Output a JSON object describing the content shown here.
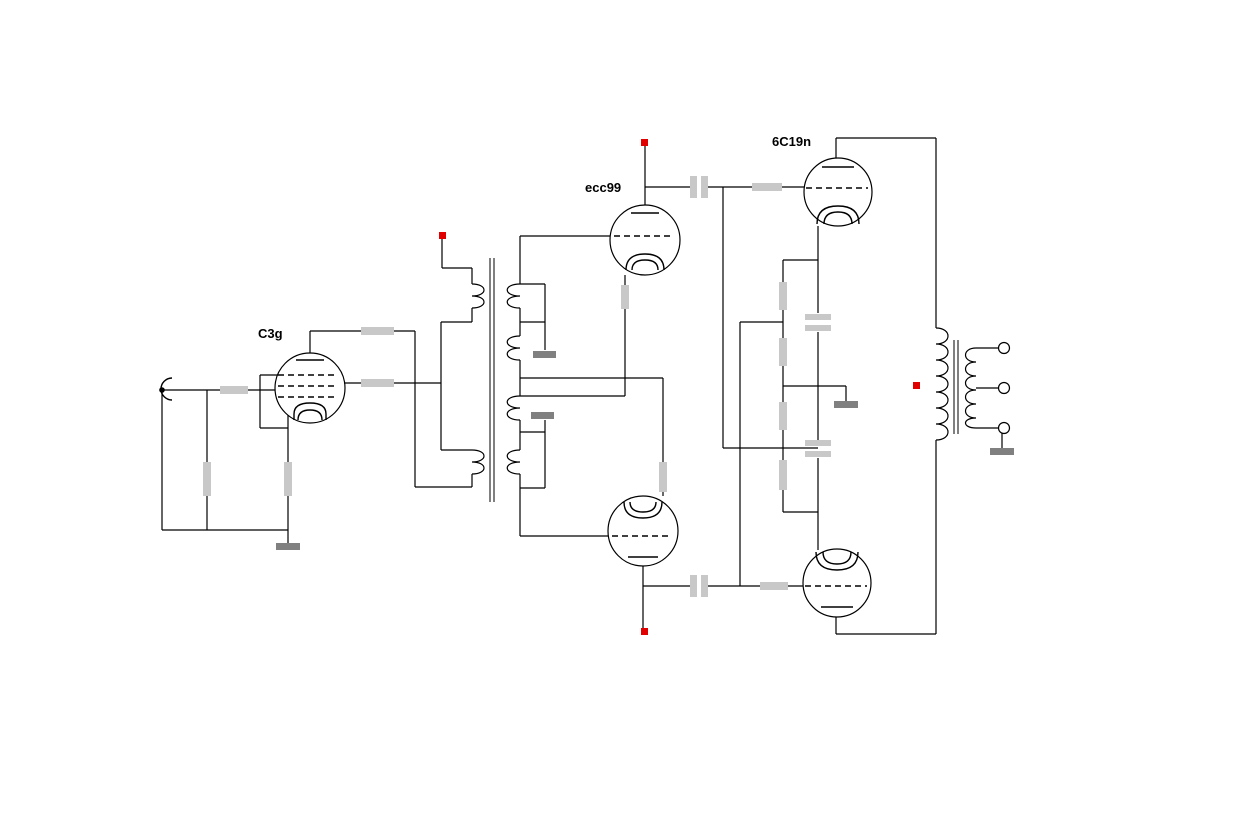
{
  "labels": {
    "input_stage_tube": "C3g",
    "driver_stage_tube": "ecc99",
    "output_stage_tube": "6C19n"
  },
  "colors": {
    "resistor": "#c8c8c8",
    "capacitor": "#c8c8c8",
    "ground": "#808080",
    "supply": "#e00000",
    "wire": "#000000"
  }
}
